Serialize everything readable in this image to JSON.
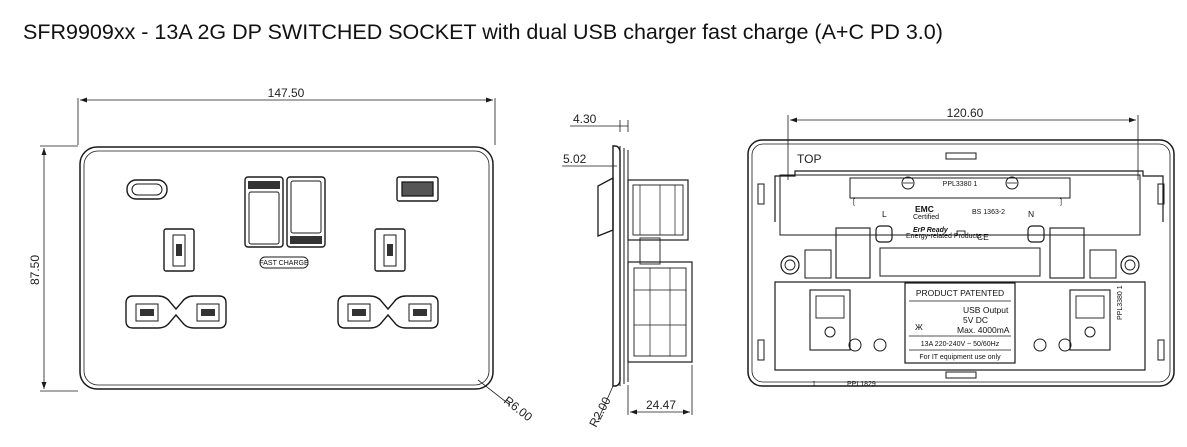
{
  "title": "SFR9909xx - 13A 2G DP SWITCHED SOCKET  with dual USB charger fast charge (A+C PD 3.0)",
  "front_view": {
    "width_dim": "147.50",
    "height_dim": "87.50",
    "radius_dim": "R6.00",
    "fast_charge_label": "FAST CHARGE"
  },
  "side_view": {
    "dim_top": "4.30",
    "dim_mid": "5.02",
    "dim_depth": "24.47",
    "dim_radius": "R2.00"
  },
  "rear_view": {
    "width_dim": "120.60",
    "top_label": "TOP",
    "code_top": "PPL3380  1",
    "l_label": "L",
    "n_label": "N",
    "emc_label": "EMC",
    "emc_sub": "Certified",
    "bs_label": "BS 1363-2",
    "erp_label": "ErP Ready",
    "erp_sub": "Energy-related Products",
    "ce_label": "CE",
    "patent_label": "PRODUCT PATENTED",
    "usb_output": "USB Output",
    "usb_voltage": "5V DC",
    "usb_current": "Max. 4000mA",
    "rating": "13A  220-240V ~  50/60Hz",
    "it_use": "For IT equipment use  only",
    "ppl_side": "PPL3380  1",
    "bottom_num": "1",
    "bottom_code": "PPL1829"
  }
}
